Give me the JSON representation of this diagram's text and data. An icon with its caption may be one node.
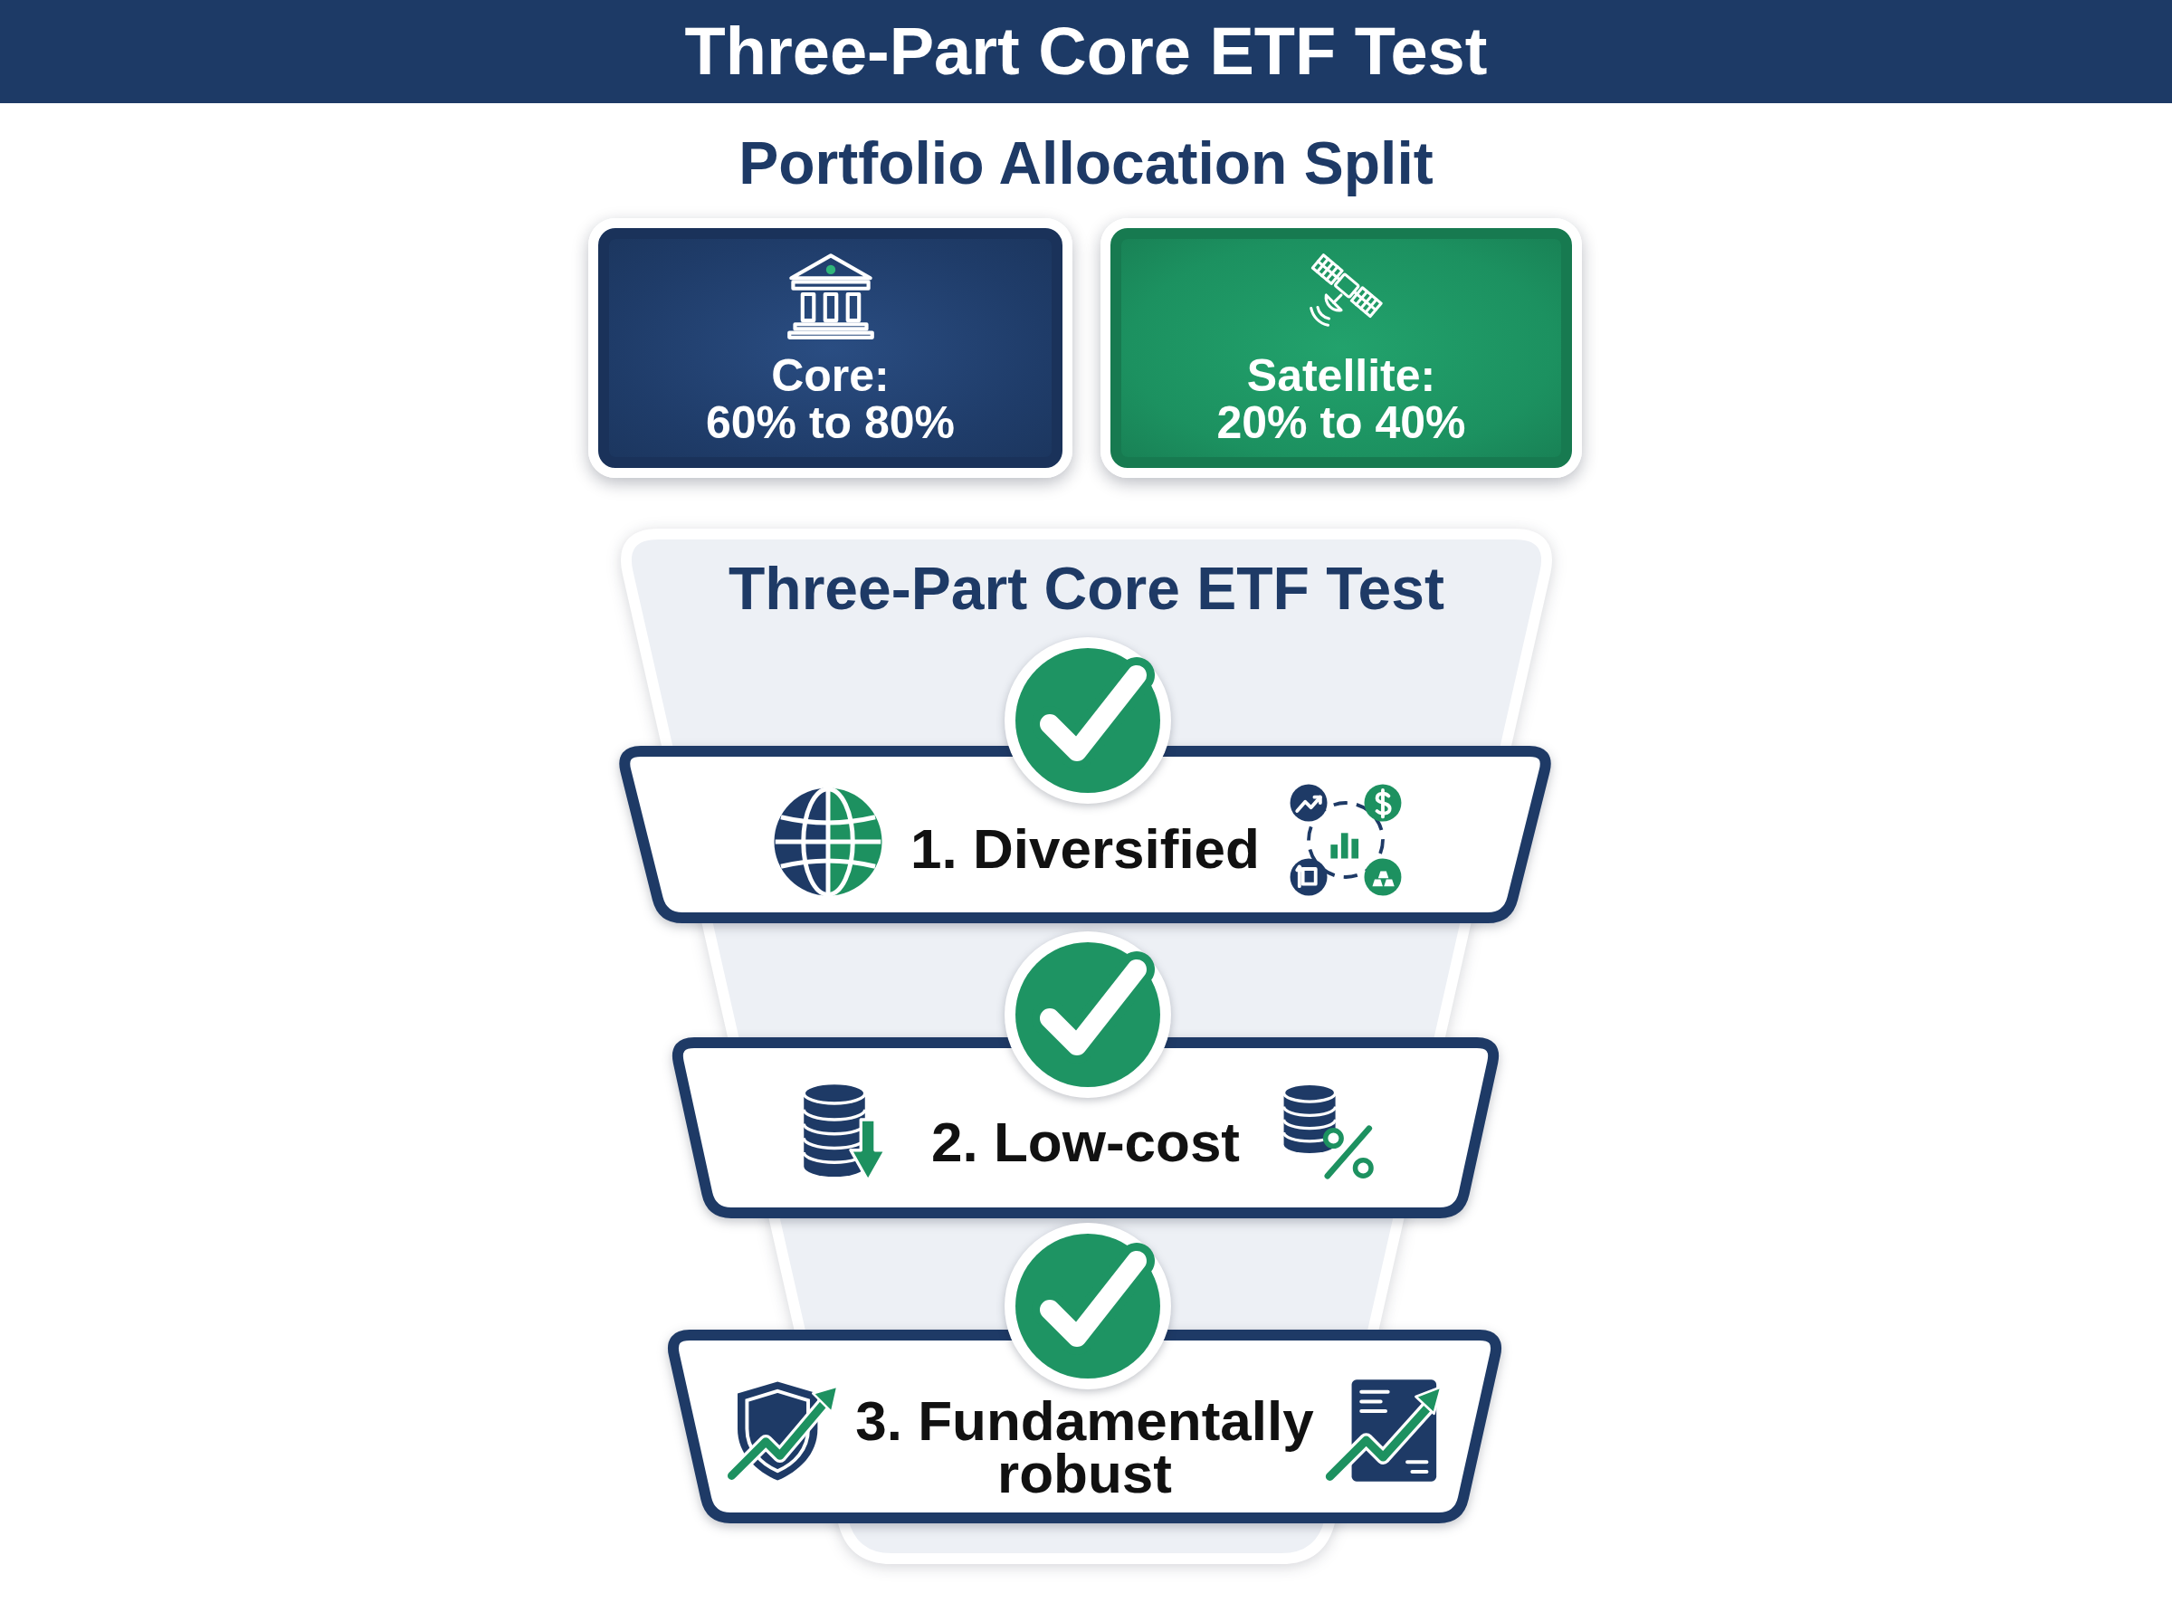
{
  "diagram": {
    "title": "Three-Part Core ETF Test",
    "nodes": [
      {
        "text": [
          "Core:",
          "60% to 80%"
        ]
      },
      {
        "text": [
          "Satellite:",
          "20% to 40%"
        ]
      },
      {
        "text": [
          "Three-Part Core ETF Test"
        ]
      },
      {
        "text": [
          "1. Diversified"
        ],
        "in": 2
      },
      {
        "text": [
          "2. Low-cost"
        ],
        "in": 2
      },
      {
        "text": [
          "3. Fundamentally robust"
        ],
        "in": 2
      }
    ],
    "labels": [
      "Portfolio Allocation Split"
    ]
  }
}
